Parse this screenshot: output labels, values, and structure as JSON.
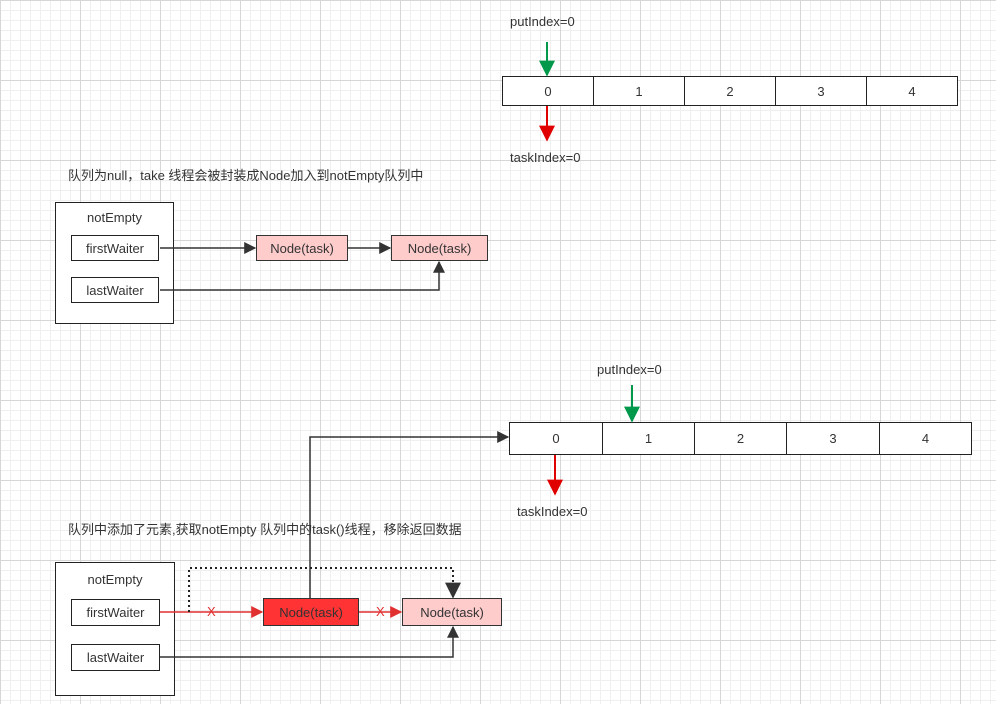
{
  "diagram1": {
    "put_index_label": "putIndex=0",
    "task_index_label": "taskIndex=0",
    "array_cells": [
      "0",
      "1",
      "2",
      "3",
      "4"
    ],
    "caption": "队列为null，take 线程会被封装成Node加入到notEmpty队列中",
    "condition_title": "notEmpty",
    "first_waiter": "firstWaiter",
    "last_waiter": "lastWaiter",
    "node1": "Node(task)",
    "node2": "Node(task)"
  },
  "diagram2": {
    "put_index_label": "putIndex=0",
    "task_index_label": "taskIndex=0",
    "array_cells": [
      "0",
      "1",
      "2",
      "3",
      "4"
    ],
    "caption": "队列中添加了元素,获取notEmpty 队列中的task()线程，移除返回数据",
    "condition_title": "notEmpty",
    "first_waiter": "firstWaiter",
    "last_waiter": "lastWaiter",
    "node1": "Node(task)",
    "node2": "Node(task)",
    "cut_mark_1": "X",
    "cut_mark_2": "X"
  },
  "colors": {
    "put_arrow": "#00994c",
    "task_arrow": "#e00000",
    "node_fill": "#ffcccc",
    "node_active_fill": "#ff3333",
    "line": "#333333"
  }
}
